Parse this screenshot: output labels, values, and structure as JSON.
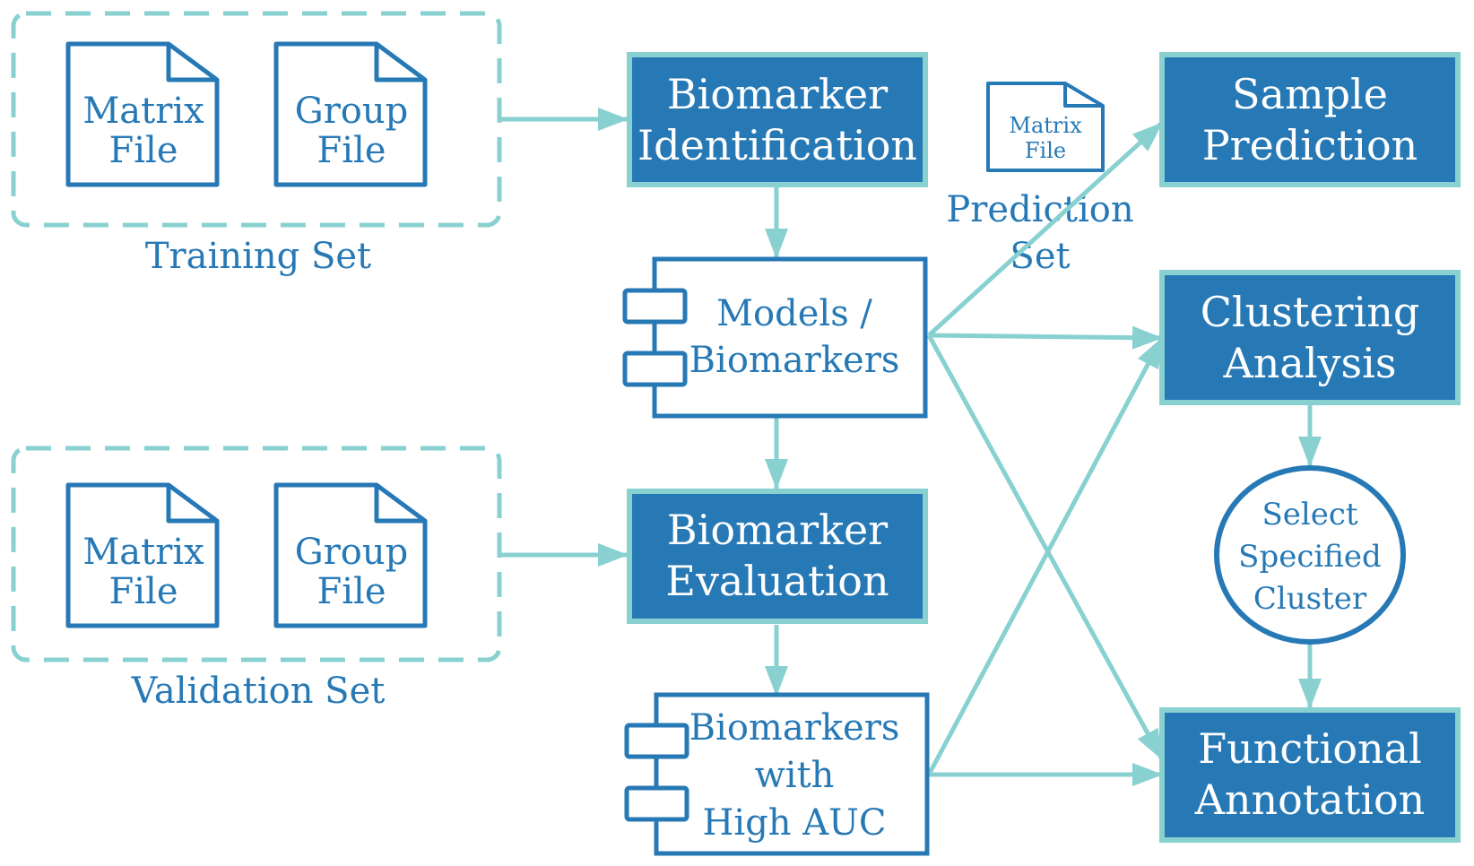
{
  "colors": {
    "primary_blue": "#2779b6",
    "teal": "#88d1d0",
    "white": "#ffffff"
  },
  "training_set": {
    "label": "Training Set",
    "files": [
      {
        "lines": [
          "Matrix",
          "File"
        ]
      },
      {
        "lines": [
          "Group",
          "File"
        ]
      }
    ]
  },
  "validation_set": {
    "label": "Validation Set",
    "files": [
      {
        "lines": [
          "Matrix",
          "File"
        ]
      },
      {
        "lines": [
          "Group",
          "File"
        ]
      }
    ]
  },
  "prediction_set": {
    "label_lines": [
      "Prediction",
      "Set"
    ],
    "file": {
      "lines": [
        "Matrix",
        "File"
      ]
    }
  },
  "nodes": {
    "biomarker_identification": {
      "lines": [
        "Biomarker",
        "Identification"
      ]
    },
    "models_biomarkers": {
      "lines": [
        "Models /",
        "Biomarkers"
      ]
    },
    "biomarker_evaluation": {
      "lines": [
        "Biomarker",
        "Evaluation"
      ]
    },
    "biomarkers_high_auc": {
      "lines": [
        "Biomarkers",
        "with",
        "High AUC"
      ]
    },
    "sample_prediction": {
      "lines": [
        "Sample",
        "Prediction"
      ]
    },
    "clustering_analysis": {
      "lines": [
        "Clustering",
        "Analysis"
      ]
    },
    "select_cluster": {
      "lines": [
        "Select",
        "Specified",
        "Cluster"
      ]
    },
    "functional_annotation": {
      "lines": [
        "Functional",
        "Annotation"
      ]
    }
  }
}
